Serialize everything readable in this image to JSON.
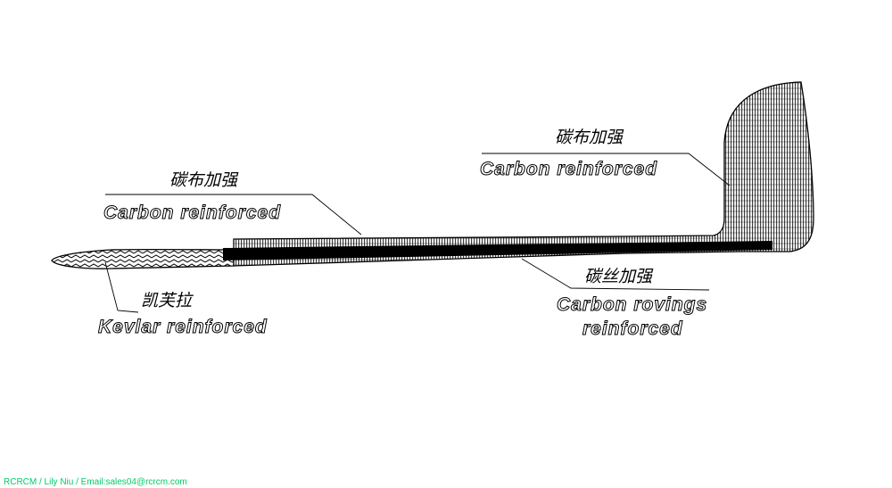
{
  "labels": {
    "carbon_fin": {
      "cn": "碳布加强",
      "en": "Carbon reinforced"
    },
    "carbon_boom": {
      "cn": "碳布加强",
      "en": "Carbon reinforced"
    },
    "kevlar_nose": {
      "cn": "凯芙拉",
      "en": "Kevlar reinforced"
    },
    "carbon_rovings": {
      "cn": "碳丝加强",
      "en_line1": "Carbon rovings",
      "en_line2": "reinforced"
    }
  },
  "footer": {
    "credit": "RCRCM / Lily Niu / Email:sales04@rcrcm.com"
  },
  "colors": {
    "line": "#000000",
    "label_fill": "#ffffff",
    "footer": "#00cc66"
  }
}
